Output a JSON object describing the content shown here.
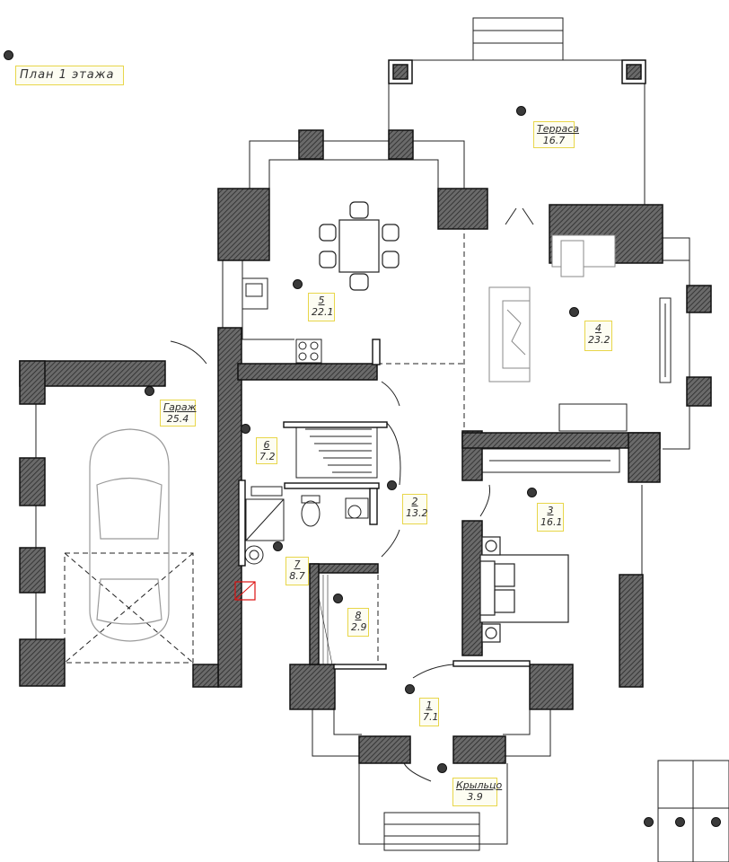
{
  "title": "План 1 этажа",
  "rooms": [
    {
      "id": "terrace",
      "number": "Терраса",
      "area": "16.7"
    },
    {
      "id": "room5",
      "number": "5",
      "area": "22.1"
    },
    {
      "id": "room4",
      "number": "4",
      "area": "23.2"
    },
    {
      "id": "garage",
      "number": "Гараж",
      "area": "25.4"
    },
    {
      "id": "room6",
      "number": "6",
      "area": "7.2"
    },
    {
      "id": "room3",
      "number": "3",
      "area": "16.1"
    },
    {
      "id": "room2",
      "number": "2",
      "area": "13.2"
    },
    {
      "id": "room7",
      "number": "7",
      "area": "8.7"
    },
    {
      "id": "room8",
      "number": "8",
      "area": "2.9"
    },
    {
      "id": "room1",
      "number": "1",
      "area": "7.1"
    },
    {
      "id": "porch",
      "number": "Крыльцо",
      "area": "3.9"
    }
  ],
  "colors": {
    "wall_fill": "#555555",
    "outline": "#111111",
    "label_border": "#e8d64a",
    "furniture": "#8a8a8a"
  }
}
